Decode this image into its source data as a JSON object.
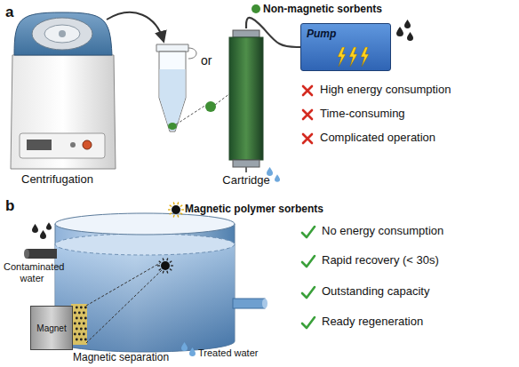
{
  "diagram": {
    "nodes": [
      {
        "text": [
          "Cartridge"
        ]
      },
      {
        "text": [
          "Pump"
        ]
      },
      {
        "text": [
          "Magnet"
        ]
      }
    ],
    "edges": [
      {
        "from": 0,
        "to": 1,
        "arrow": "none"
      }
    ],
    "labels": [
      "a",
      "or",
      "Centrifugation",
      "High energy consumption",
      "Time-consuming",
      "Complicated operation",
      "b",
      "Contaminated water",
      "Treated water",
      "Magnetic separation",
      "No energy consumption",
      "Rapid recovery (< 30s)",
      "Outstanding capacity",
      "Ready regeneration"
    ],
    "legend": [
      {
        "text": "Non-magnetic sorbents",
        "color": "#3f8f34"
      },
      {
        "text": "Magnetic polymer sorbents"
      }
    ]
  }
}
